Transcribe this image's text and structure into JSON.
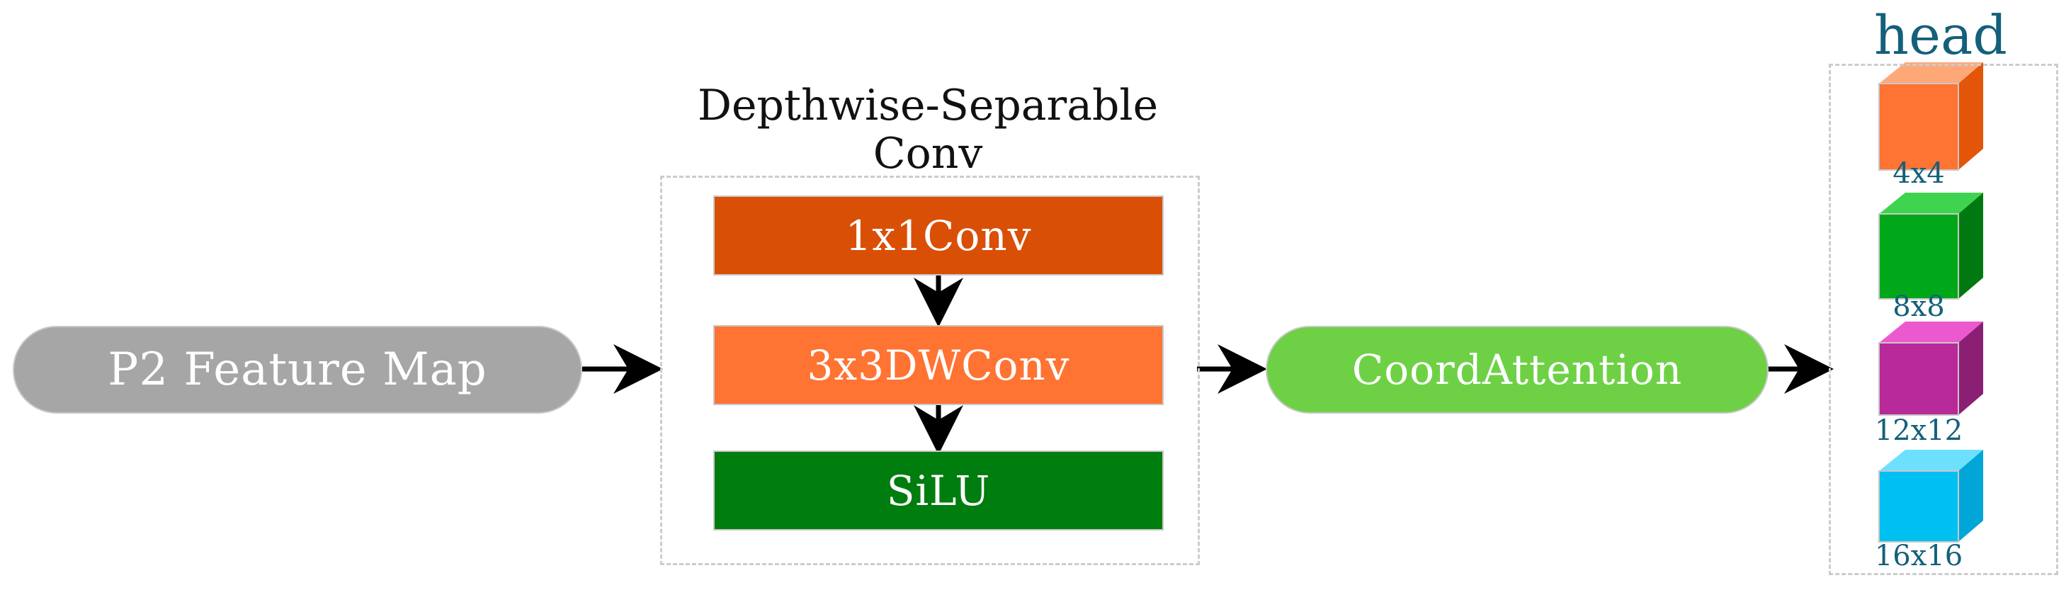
{
  "input_node": {
    "label": "P2 Feature Map",
    "color": "#a6a6a6"
  },
  "dsconv_group": {
    "title_line1": "Depthwise-Separable",
    "title_line2": "Conv",
    "blocks": [
      {
        "label": "1x1Conv",
        "color": "#d94f05"
      },
      {
        "label": "3x3DWConv",
        "color": "#ff7333"
      },
      {
        "label": "SiLU",
        "color": "#007d0f"
      }
    ]
  },
  "attention_node": {
    "label": "CoordAttention",
    "color": "#6ed145"
  },
  "head": {
    "title": "head",
    "title_color": "#14607a",
    "cubes": [
      {
        "label": "4x4",
        "front": "#ff7333",
        "top": "#ffa877",
        "side": "#e35508"
      },
      {
        "label": "8x8",
        "front": "#00a819",
        "top": "#3fd44f",
        "side": "#007a10"
      },
      {
        "label": "12x12",
        "front": "#b82a99",
        "top": "#ec59cf",
        "side": "#8a1f74"
      },
      {
        "label": "16x16",
        "front": "#00c0f2",
        "top": "#6ee0ff",
        "side": "#00a6d8"
      }
    ]
  },
  "colors": {
    "arrow": "#000000",
    "dashed_border": "#cccccc",
    "node_border": "#c8c8c8"
  }
}
